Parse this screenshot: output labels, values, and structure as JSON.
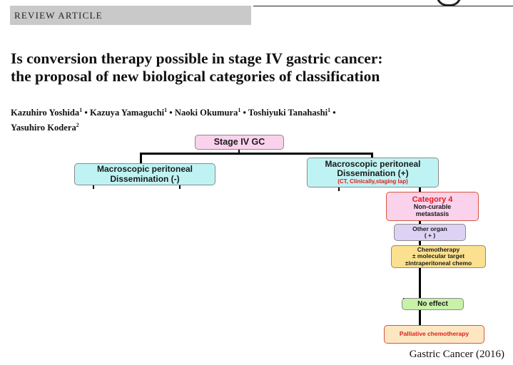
{
  "header": {
    "section_label": "REVIEW ARTICLE"
  },
  "article": {
    "title_line1": "Is conversion therapy possible in stage IV gastric cancer:",
    "title_line2": "the proposal of new biological categories of classification",
    "authors": [
      {
        "name": "Kazuhiro Yoshida",
        "aff": "1"
      },
      {
        "name": "Kazuya Yamaguchi",
        "aff": "1"
      },
      {
        "name": "Naoki Okumura",
        "aff": "1"
      },
      {
        "name": "Toshiyuki Tanahashi",
        "aff": "1"
      },
      {
        "name": "Yasuhiro Kodera",
        "aff": "2"
      }
    ],
    "separator": "•",
    "journal": "Gastric Cancer (2016)"
  },
  "flowchart": {
    "root": "Stage IV GC",
    "left": {
      "line1": "Macroscopic peritoneal",
      "line2": "Dissemination (-)"
    },
    "right": {
      "line1": "Macroscopic peritoneal",
      "line2": "Dissemination (+)",
      "note": "(CT, Clinically,staging lap)"
    },
    "category": {
      "title": "Category 4",
      "line1": "Non-curable",
      "line2": "metastasis"
    },
    "other_organ": {
      "line1": "Other organ",
      "line2": "( + )"
    },
    "chemo": {
      "line1": "Chemotherapy",
      "line2": "± molecular target",
      "line3": "±intraperitoneal chemo"
    },
    "no_effect": "No effect",
    "palliative": "Palliative chemotherapy"
  },
  "colors": {
    "pink": "#fbd2ec",
    "cyan": "#bff3f3",
    "lavender": "#ddd2f4",
    "yellow": "#fbe08f",
    "green": "#c8f2a8",
    "peach": "#fde7c2",
    "red": "#e21b1b"
  }
}
